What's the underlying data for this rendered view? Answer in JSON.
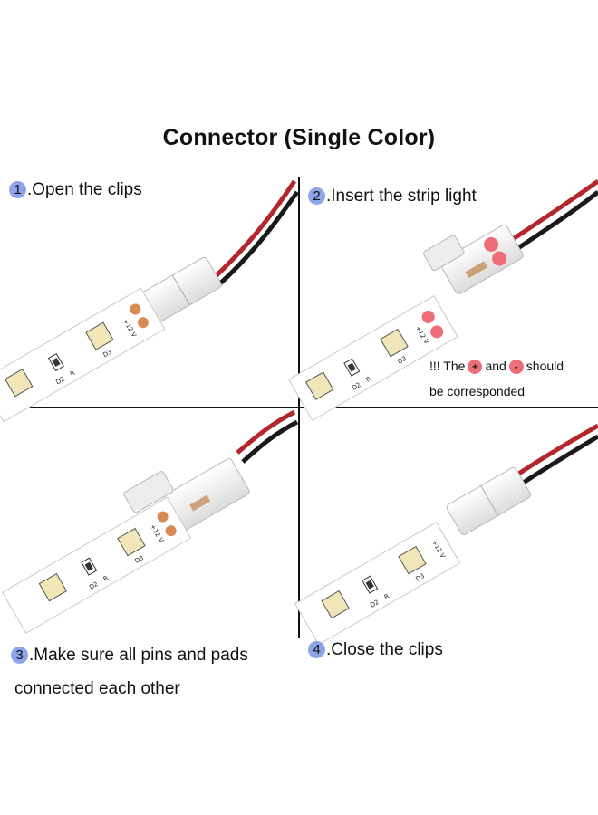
{
  "title": "Connector (Single Color)",
  "steps": [
    {
      "number": "1",
      "text": ".Open the clips"
    },
    {
      "number": "2",
      "text": ".Insert the strip light"
    },
    {
      "number": "3",
      "text": ".Make sure all pins and pads",
      "text_line2": "connected each other"
    },
    {
      "number": "4",
      "text": ".Close the clips"
    }
  ],
  "note": {
    "prefix": "!!! The",
    "plus": "+",
    "middle": "and",
    "minus": "-",
    "suffix": "should",
    "line2": "be corresponded"
  },
  "pcb_labels": {
    "voltage": "+12 V",
    "minus": "-",
    "d3": "D3",
    "d2": "D2",
    "r": "R"
  },
  "colors": {
    "step_badge": "#8fa3ea",
    "polarity_badge": "#ef6d78",
    "wire_red": "#b3262b",
    "wire_black": "#1a1a1a",
    "copper_pad": "#d88a55"
  }
}
